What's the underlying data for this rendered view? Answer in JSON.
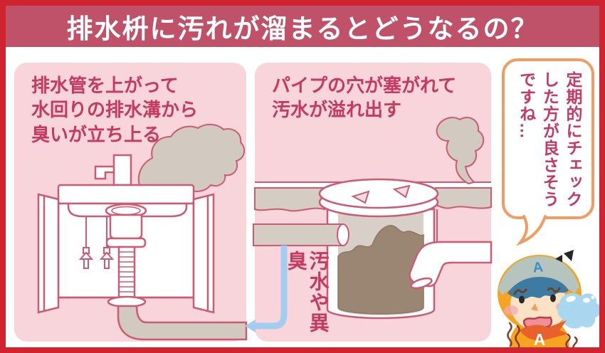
{
  "title": "排水枡に汚れが溜まるとどうなるの？",
  "panels": {
    "left": {
      "heading": "排水管を上がって\n水回りの排水溝から\n臭いが立ち上る"
    },
    "middle": {
      "heading": "パイプの穴が塞がれて\n汚水が溢れ出す",
      "flow_label": "汚水や異臭"
    }
  },
  "speech_bubble": {
    "text": "定期的にチェック\nした方が良さそう\nですね…"
  },
  "character": {
    "hat_letter": "A",
    "chest_letter": "A"
  },
  "colors": {
    "frame-red": "#cf2430",
    "title-bg": "#bf5269",
    "panel-pink": "#f8d4db",
    "text-pink": "#c63a62",
    "outline-rose": "#cc5a72",
    "smoke-gray": "#d2c9c1",
    "ground-gray": "#d5ccc4",
    "pit-beige": "#d8d0c8",
    "sludge-brown": "#9b8673",
    "arrow-blue": "#a3cdf0",
    "bubble-orange": "#ef9d62",
    "char-orange": "#f5a321"
  }
}
